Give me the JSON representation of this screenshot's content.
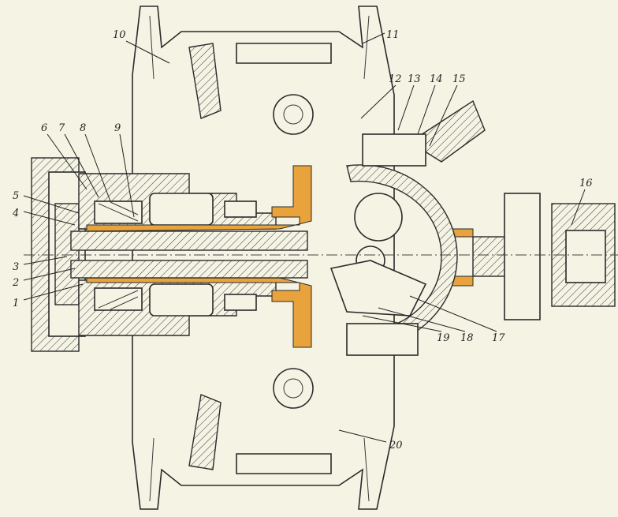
{
  "colors": {
    "background": "#f4f3e4",
    "line": "#2a2a2a",
    "oil_highlight": "#e8a33c"
  },
  "callouts": [
    {
      "id": "1",
      "label": "1"
    },
    {
      "id": "2",
      "label": "2"
    },
    {
      "id": "3",
      "label": "3"
    },
    {
      "id": "4",
      "label": "4"
    },
    {
      "id": "5",
      "label": "5"
    },
    {
      "id": "6",
      "label": "6"
    },
    {
      "id": "7",
      "label": "7"
    },
    {
      "id": "8",
      "label": "8"
    },
    {
      "id": "9",
      "label": "9"
    },
    {
      "id": "10",
      "label": "10"
    },
    {
      "id": "11",
      "label": "11"
    },
    {
      "id": "12",
      "label": "12"
    },
    {
      "id": "13",
      "label": "13"
    },
    {
      "id": "14",
      "label": "14"
    },
    {
      "id": "15",
      "label": "15"
    },
    {
      "id": "16",
      "label": "16"
    },
    {
      "id": "17",
      "label": "17"
    },
    {
      "id": "18",
      "label": "18"
    },
    {
      "id": "19",
      "label": "19"
    },
    {
      "id": "20",
      "label": "20"
    }
  ]
}
